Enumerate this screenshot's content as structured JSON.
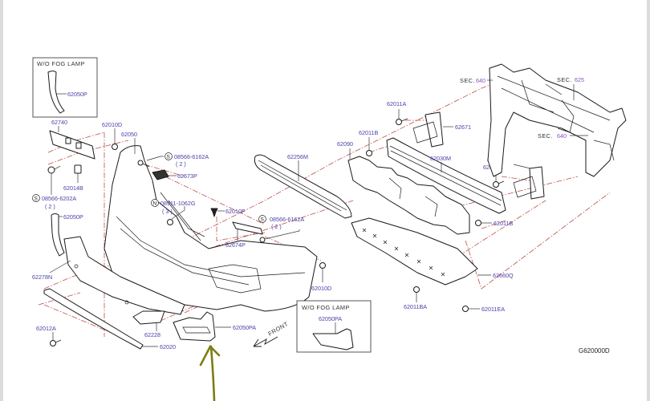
{
  "diagram": {
    "title_code": "G620000D",
    "front_label": "FRONT",
    "inset_boxes": [
      {
        "heading": "W/O FOG LAMP",
        "part": "62050P"
      },
      {
        "heading": "W/O FOG LAMP",
        "part": "62050PA"
      }
    ],
    "labels": {
      "p62740": "62740",
      "p62010D_top": "62010D",
      "p62050": "62050",
      "s08566_6162A_1": "08566-6162A",
      "qty_2_a": "( 2 )",
      "p62673P": "62673P",
      "p62014B": "62014B",
      "s08566_6202A": "08566-6202A",
      "qty_2_b": "( 2 )",
      "p62050P": "62050P",
      "n08911_1062G": "08911-1062G",
      "qty_3": "( 3 )",
      "p62010F": "62010F",
      "p62256M": "62256M",
      "s08566_6162A_2": "08566-6162A",
      "qty_2_c": "( 2 )",
      "p62674P": "62674P",
      "p62278N": "62278N",
      "p62012A": "62012A",
      "p62228": "62228",
      "p62020": "62020",
      "p62050PA": "62050PA",
      "p62010D_bottom": "62010D",
      "p62011A_top": "62011A",
      "p62671": "62671",
      "p62011B_top": "62011B",
      "p62090": "62090",
      "p62030M": "62030M",
      "p62672": "62672",
      "p62011A_right": "62011A",
      "p62011B_right": "62011B",
      "p62660Q": "62660Q",
      "p62011BA": "62011BA",
      "p62011EA": "62011EA"
    },
    "sections": [
      {
        "prefix": "SEC.",
        "number": "640"
      },
      {
        "prefix": "SEC.",
        "number": "625"
      },
      {
        "prefix": "SEC.",
        "number": "640"
      }
    ],
    "symbols": {
      "s": "S",
      "n": "N"
    },
    "colors": {
      "label": "#4a3fa8",
      "phantom_line": "#c0504d",
      "annotation_arrow": "#7d7d12",
      "section_number": "#8a4fc0"
    }
  }
}
